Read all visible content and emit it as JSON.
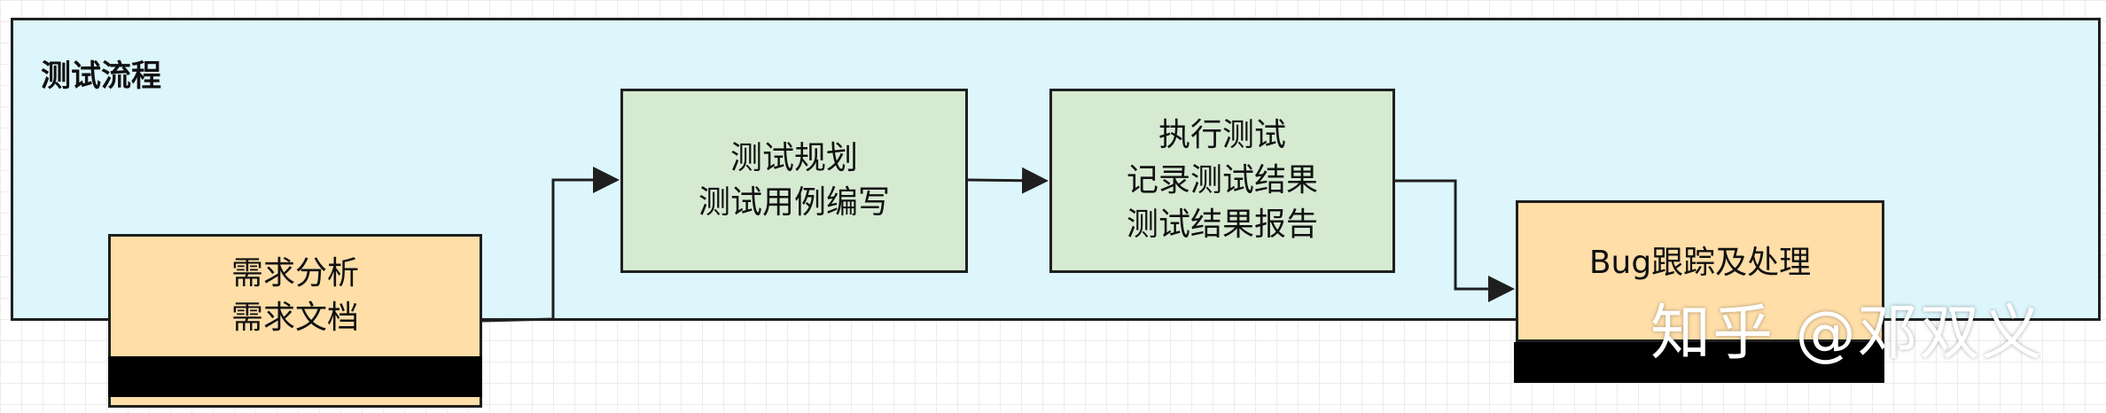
{
  "lane": {
    "title": "测试流程"
  },
  "nodes": {
    "requirements": {
      "line1": "需求分析",
      "line2": "需求文档"
    },
    "planning": {
      "line1": "测试规划",
      "line2": "测试用例编写"
    },
    "execution": {
      "line1": "执行测试",
      "line2": "记录测试结果",
      "line3": "测试结果报告"
    },
    "bug": {
      "line1": "Bug跟踪及处理"
    }
  },
  "watermark": "知乎 @邓双义",
  "colors": {
    "lane": "#dcf6fc",
    "process": "#d6ead2",
    "endpoint": "#ffdea8"
  }
}
